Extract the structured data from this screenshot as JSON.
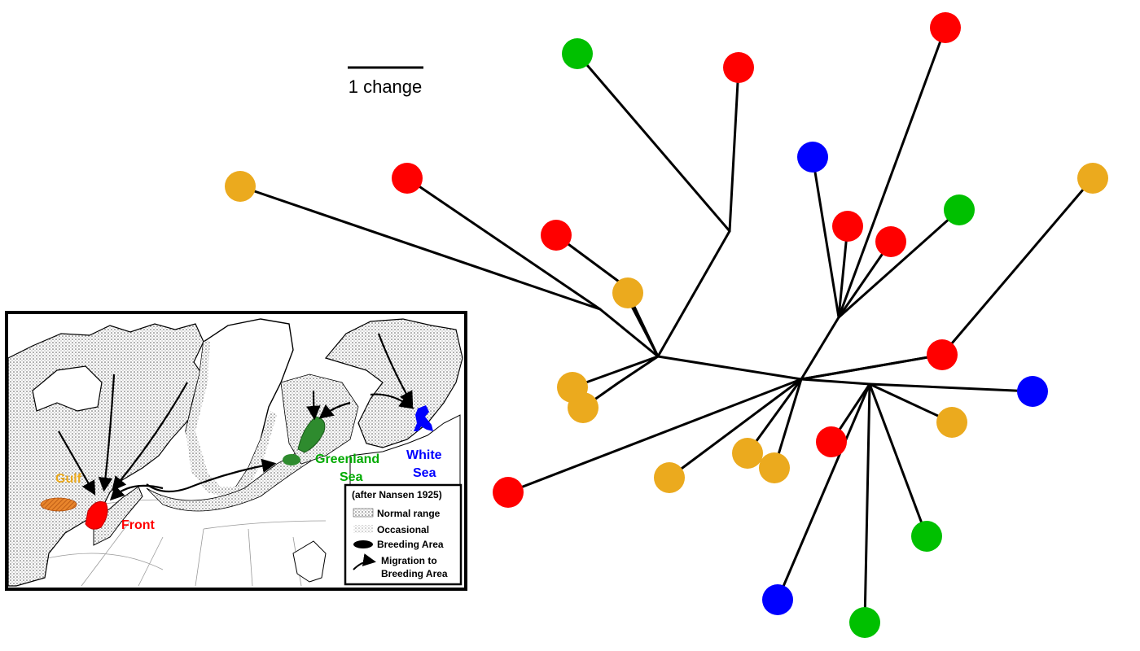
{
  "scale_bar": {
    "label": "1 change"
  },
  "colors": {
    "gulf": "#EBAA1E",
    "front": "#FF0000",
    "greenland": "#00C000",
    "white_sea": "#0000FF",
    "branch": "#000000"
  },
  "tree": {
    "leaf_groups": [
      "front",
      "greenland",
      "gulf",
      "front",
      "front",
      "gulf",
      "gulf",
      "gulf",
      "front",
      "front",
      "blue",
      "front",
      "front",
      "greenland",
      "gulf",
      "front",
      "blue",
      "gulf",
      "front",
      "gulf",
      "gulf",
      "gulf",
      "greenland",
      "blue",
      "greenland"
    ]
  },
  "inset_map": {
    "region_labels": {
      "gulf": "Gulf",
      "front": "Front",
      "greenland_line1": "Greenland",
      "greenland_line2": "Sea",
      "white_sea_line1": "White",
      "white_sea_line2": "Sea"
    },
    "legend": {
      "source": "(after Nansen 1925)",
      "normal_range": "Normal range",
      "occasional": "Occasional",
      "breeding_area": "Breeding Area",
      "migration_line1": "Migration to",
      "migration_line2": "Breeding Area"
    }
  }
}
